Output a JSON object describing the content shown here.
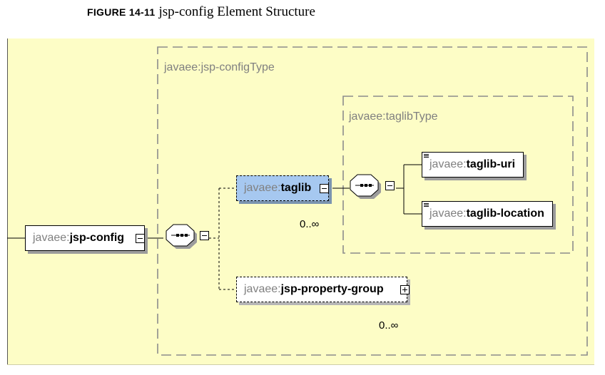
{
  "caption": {
    "figure_number": "FIGURE 14-11",
    "figure_title": "jsp-config Element Structure"
  },
  "types": {
    "outer": "javaee:jsp-configType",
    "inner": "javaee:taglibType"
  },
  "nodes": {
    "jsp_config": {
      "ns": "javaee:",
      "name": "jsp-config"
    },
    "taglib": {
      "ns": "javaee:",
      "name": "taglib",
      "cardinality": "0..∞"
    },
    "jsp_property_group": {
      "ns": "javaee:",
      "name": "jsp-property-group",
      "cardinality": "0..∞"
    },
    "taglib_uri": {
      "ns": "javaee:",
      "name": "taglib-uri"
    },
    "taglib_location": {
      "ns": "javaee:",
      "name": "taglib-location"
    }
  },
  "colors": {
    "panel_background": "#fdfdc6",
    "taglib_highlight": "#a6c8f0",
    "type_border": "#8c8c8c",
    "namespace_text": "#808080"
  },
  "icons": [
    "sequence-compositor-icon",
    "collapse-icon",
    "expand-icon",
    "text-content-icon"
  ]
}
